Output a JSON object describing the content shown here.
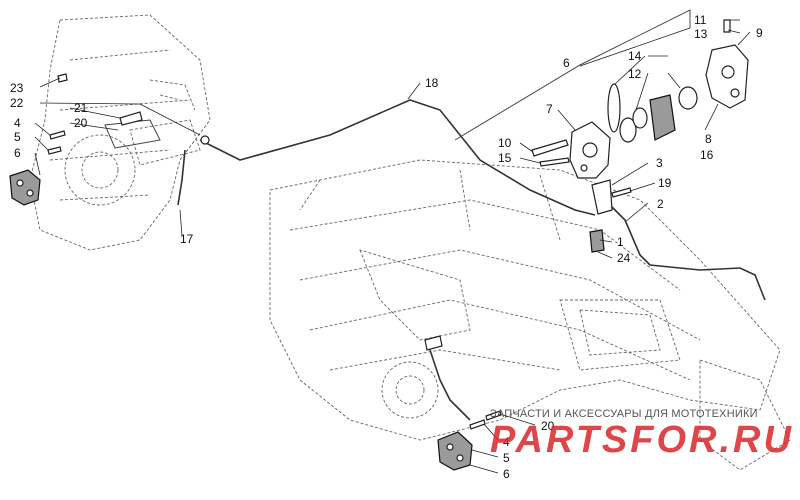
{
  "callouts": {
    "c1": "1",
    "c2": "2",
    "c3": "3",
    "c4a": "4",
    "c4b": "4",
    "c5a": "5",
    "c5b": "5",
    "c6a": "6",
    "c6b": "6",
    "c6c": "6",
    "c7": "7",
    "c8": "8",
    "c9": "9",
    "c10": "10",
    "c11": "11",
    "c12": "12",
    "c13": "13",
    "c14": "14",
    "c15": "15",
    "c16": "16",
    "c17": "17",
    "c18": "18",
    "c19": "19",
    "c20a": "20",
    "c20b": "20",
    "c21": "21",
    "c22": "22",
    "c23": "23",
    "c24": "24"
  },
  "watermark": {
    "tagline": "ЗАПЧАСТИ И АКСЕССУАРЫ ДЛЯ МОТОТЕХНИКИ",
    "logo_text": "PARTSFOR.RU"
  },
  "colors": {
    "line": "#222222",
    "logo_red": "#d9262b",
    "background": "#ffffff"
  }
}
